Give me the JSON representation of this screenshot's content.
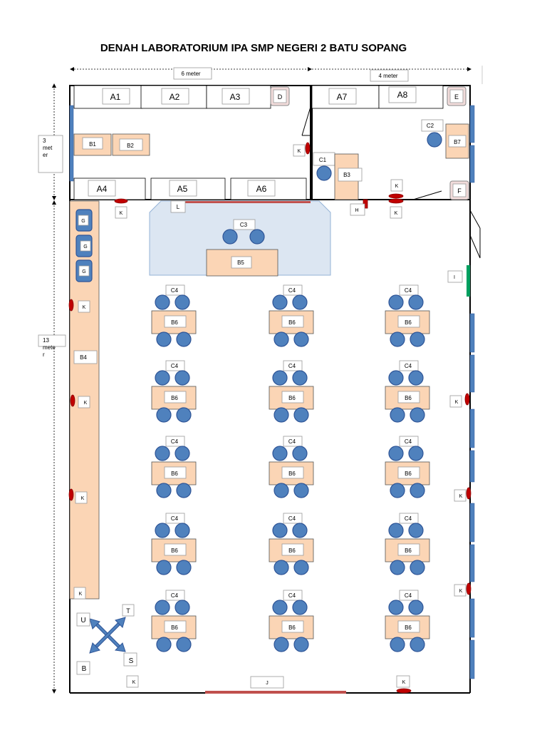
{
  "title": "DENAH LABORATORIUM IPA SMP NEGERI 2 BATU SOPANG",
  "dimensions": {
    "top_left": "6 meter",
    "top_right": "4 meter",
    "left_top": [
      "3",
      "met",
      "er"
    ],
    "left_bottom": [
      "13",
      "mete",
      "r"
    ]
  },
  "labels": {
    "A1": "A1",
    "A2": "A2",
    "A3": "A3",
    "A4": "A4",
    "A5": "A5",
    "A6": "A6",
    "A7": "A7",
    "A8": "A8",
    "B1": "B1",
    "B2": "B2",
    "B3": "B3",
    "B4": "B4",
    "B5": "B5",
    "B6": "B6",
    "B7": "B7",
    "C1": "C1",
    "C2": "C2",
    "C3": "C3",
    "C4": "C4",
    "D": "D",
    "E": "E",
    "F": "F",
    "G": "G",
    "H": "H",
    "I": "I",
    "J": "J",
    "K": "K",
    "L": "L"
  },
  "compass": {
    "north": "U",
    "south": "S",
    "east": "T",
    "west": "B"
  },
  "colors": {
    "desk": "#fbd5b5",
    "chair": "#4f81bd",
    "door": "#c00000",
    "window": "#4f81bd",
    "stage": "#dce6f2",
    "board": "#c0504d",
    "sink": "#00a060"
  }
}
